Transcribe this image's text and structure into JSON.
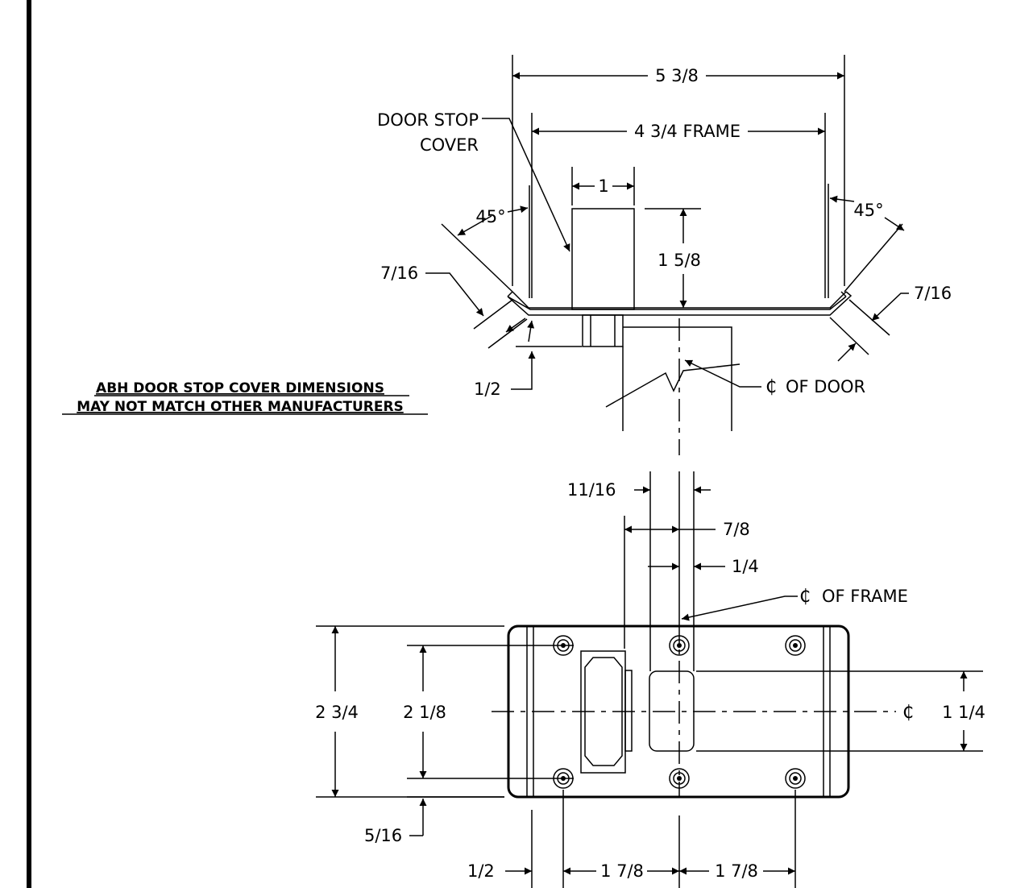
{
  "top_view": {
    "overall_width": "5 3/8",
    "frame_width": "4 3/4 FRAME",
    "stop_width": "1",
    "stop_height": "1 5/8",
    "bevel_angle_left": "45°",
    "bevel_angle_right": "45°",
    "bevel_left": "7/16",
    "bevel_right": "7/16",
    "offset": "1/2",
    "stop_label_line1": "DOOR STOP",
    "stop_label_line2": "COVER",
    "door_cl_symbol": "₵",
    "door_cl_label": "OF DOOR"
  },
  "note": {
    "line1": "ABH DOOR STOP COVER DIMENSIONS",
    "line2": "MAY NOT MATCH OTHER MANUFACTURERS"
  },
  "plan_view": {
    "dim_11_16": "11/16",
    "dim_7_8": "7/8",
    "dim_1_4": "1/4",
    "frame_cl_symbol": "₵",
    "frame_cl_label": "OF FRAME",
    "height_overall": "2 3/4",
    "height_holes": "2 1/8",
    "slot_height": "1 1/4",
    "cl_mark": "₵",
    "bottom_offset": "5/16",
    "left_offset": "1/2",
    "spacing_a": "1 7/8",
    "spacing_b": "1 7/8"
  }
}
